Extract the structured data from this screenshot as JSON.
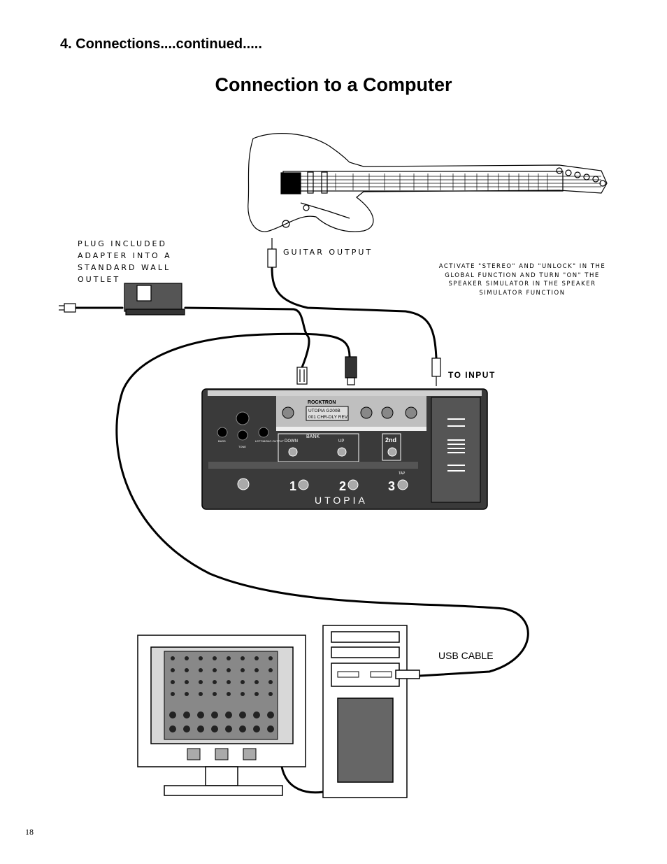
{
  "header": {
    "section_heading": "4. Connections....continued.....",
    "title": "Connection to a Computer"
  },
  "labels": {
    "adapter": "plug included adapter into a standard wall outlet",
    "guitar_output": "guitar output",
    "activate_note": "activate \"stereo\" and \"unlock\" in the global function and turn \"on\" the speaker simulator in the speaker simulator function",
    "to_input": "TO INPUT",
    "usb_cable": "USB CABLE"
  },
  "device": {
    "brand": "ROCKTRON",
    "display_line1": "UTOPIA G200B",
    "display_line2": "001 CHR-DLY REV",
    "bank_label": "BANK",
    "down_label": "DOWN",
    "up_label": "UP",
    "second_label": "2nd",
    "switch_1": "1",
    "switch_2": "2",
    "switch_3": "3",
    "tap_label": "TAP",
    "model_name": "UTOPIA",
    "knob_bass": "BASS",
    "knob_tone": "TONE",
    "knob_output": "LEFT/MONO OUTPUT"
  },
  "footer": {
    "page_number": "18"
  },
  "colors": {
    "device_body": "#3a3a3a",
    "device_panel": "#bfbfbf",
    "screen_panel": "#5e5e5e",
    "ink": "#000000"
  }
}
